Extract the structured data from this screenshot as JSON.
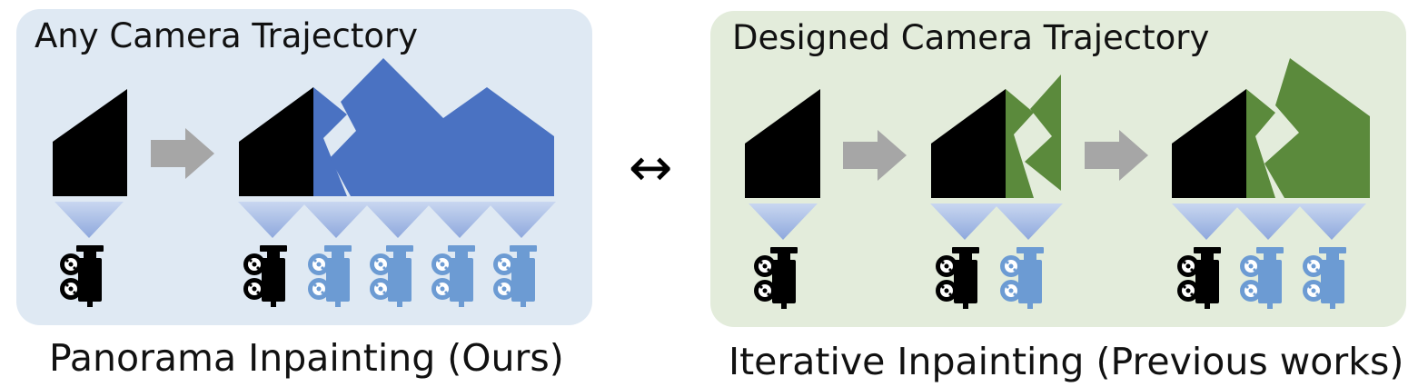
{
  "left_panel": {
    "title": "Any Camera Trajectory",
    "caption": "Panorama Inpainting (Ours)",
    "background_color": "#dfe9f3",
    "fill_color": "#4a72c2"
  },
  "right_panel": {
    "title": "Designed Camera Trajectory",
    "caption": "Iterative Inpainting (Previous works)",
    "background_color": "#e3ecdb",
    "fill_color": "#5b8a3c"
  },
  "connector": {
    "symbol": "↔"
  },
  "colors": {
    "known_region": "#000000",
    "arrow": "#a6a6a6",
    "camera_original": "#000000",
    "camera_new": "#6c9bd3",
    "frustum": "#b9c9ea"
  },
  "icons": {
    "process_arrow": "right-arrow-icon",
    "camera": "video-camera-icon"
  }
}
